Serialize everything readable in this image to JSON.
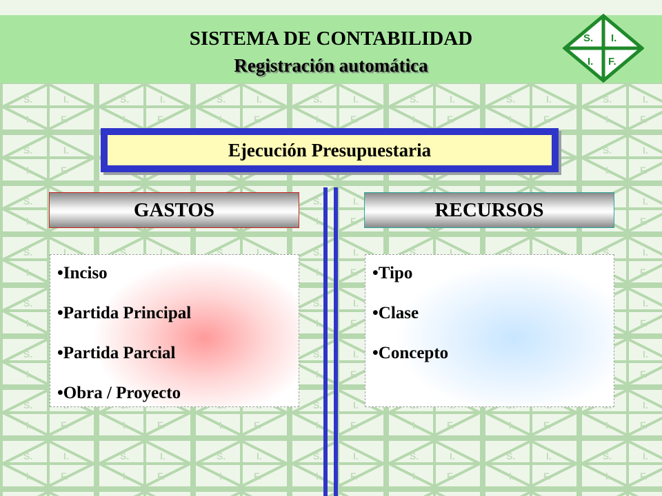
{
  "header": {
    "title": "SISTEMA DE CONTABILIDAD",
    "subtitle": "Registración automática"
  },
  "logo": {
    "letters": [
      "S.",
      "I.",
      "I.",
      "F."
    ],
    "color": "#1f8a2a"
  },
  "section": {
    "title": "Ejecución Presupuestaria"
  },
  "gastos": {
    "heading": "GASTOS",
    "items": [
      "Inciso",
      "Partida Principal",
      "Partida Parcial",
      "Obra / Proyecto"
    ]
  },
  "recursos": {
    "heading": "RECURSOS",
    "items": [
      "Tipo",
      "Clase",
      "Concepto"
    ]
  },
  "colors": {
    "header_bg": "#a8e6a0",
    "accent_blue": "#2f35c8",
    "box_yellow": "#fffbb8",
    "gastos_border": "#cc2222",
    "recursos_border": "#2aa89a"
  }
}
